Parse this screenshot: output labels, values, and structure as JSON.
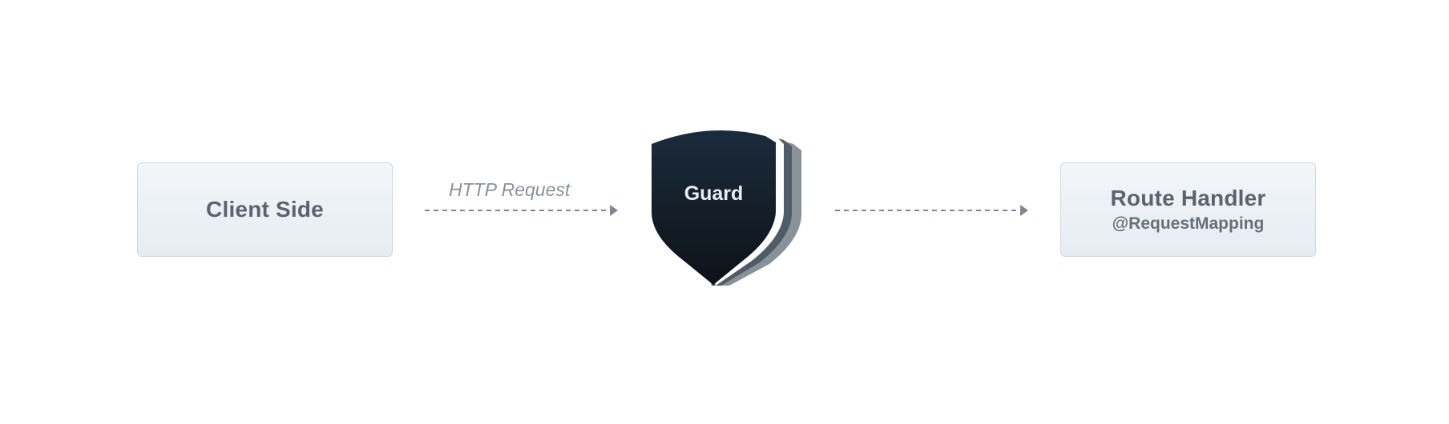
{
  "diagram": {
    "nodes": {
      "client": {
        "title": "Client Side"
      },
      "guard": {
        "title": "Guard"
      },
      "handler": {
        "title": "Route Handler",
        "subtitle": "@RequestMapping"
      }
    },
    "edges": [
      {
        "from": "client",
        "to": "guard",
        "label": "HTTP Request",
        "style": "dashed"
      },
      {
        "from": "guard",
        "to": "handler",
        "label": "",
        "style": "dashed"
      }
    ],
    "colors": {
      "box_fill_top": "#f3f6f9",
      "box_fill_bottom": "#e6ecf2",
      "box_border": "#cdd7e1",
      "box_text": "#5a6470",
      "shield_top": "#1b2b3b",
      "shield_bottom": "#0d1218",
      "arrow": "#7d8893"
    }
  }
}
